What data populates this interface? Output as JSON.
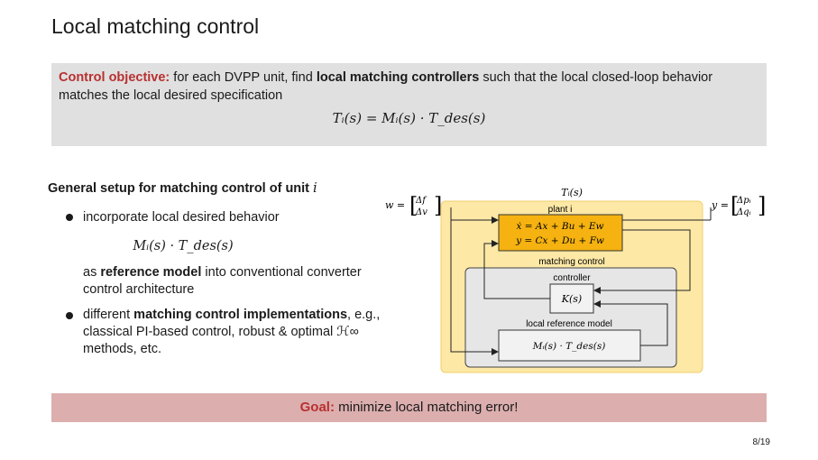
{
  "slide": {
    "title": "Local matching control",
    "page": "8/19"
  },
  "objective": {
    "label": "Control objective:",
    "text_a": " for each DVPP unit, find ",
    "bold": "local matching controllers",
    "text_b": " such that the local closed-loop behavior matches the local desired specification",
    "equation": "Tᵢ(s) = Mᵢ(s) · T_des(s)"
  },
  "setup": {
    "heading": "General setup for matching control of unit",
    "heading_var": "i",
    "bullet1": "incorporate local desired behavior",
    "bullet1_eq": "Mᵢ(s) · T_des(s)",
    "bullet1_b_pre": "as ",
    "bullet1_b_bold": "reference model",
    "bullet1_b_post": " into conventional converter control architecture",
    "bullet2_pre": "different ",
    "bullet2_bold": "matching control implementations",
    "bullet2_post": ", e.g., classical PI-based control, robust & optimal ℋ∞ methods, etc."
  },
  "diagram": {
    "ti_label": "Tᵢ(s)",
    "w_label": "w =",
    "w_vec_top": "Δf",
    "w_vec_bot": "Δv",
    "y_label": "y =",
    "y_vec_top": "Δpᵢ",
    "y_vec_bot": "Δqᵢ",
    "plant_label": "plant i",
    "plant_eq1": "ẋ = Ax + Bu + Ew",
    "plant_eq2": "y = Cx + Du + Fw",
    "matching_label": "matching control",
    "controller_label": "controller",
    "k_label": "K(s)",
    "refmodel_label": "local reference model",
    "ref_eq": "Mᵢ(s) · T_des(s)",
    "colors": {
      "outer": "#fde8a6",
      "plant": "#f5b210",
      "inner": "#e6e6e6"
    }
  },
  "goal": {
    "label": "Goal:",
    "text": " minimize local matching error!"
  }
}
